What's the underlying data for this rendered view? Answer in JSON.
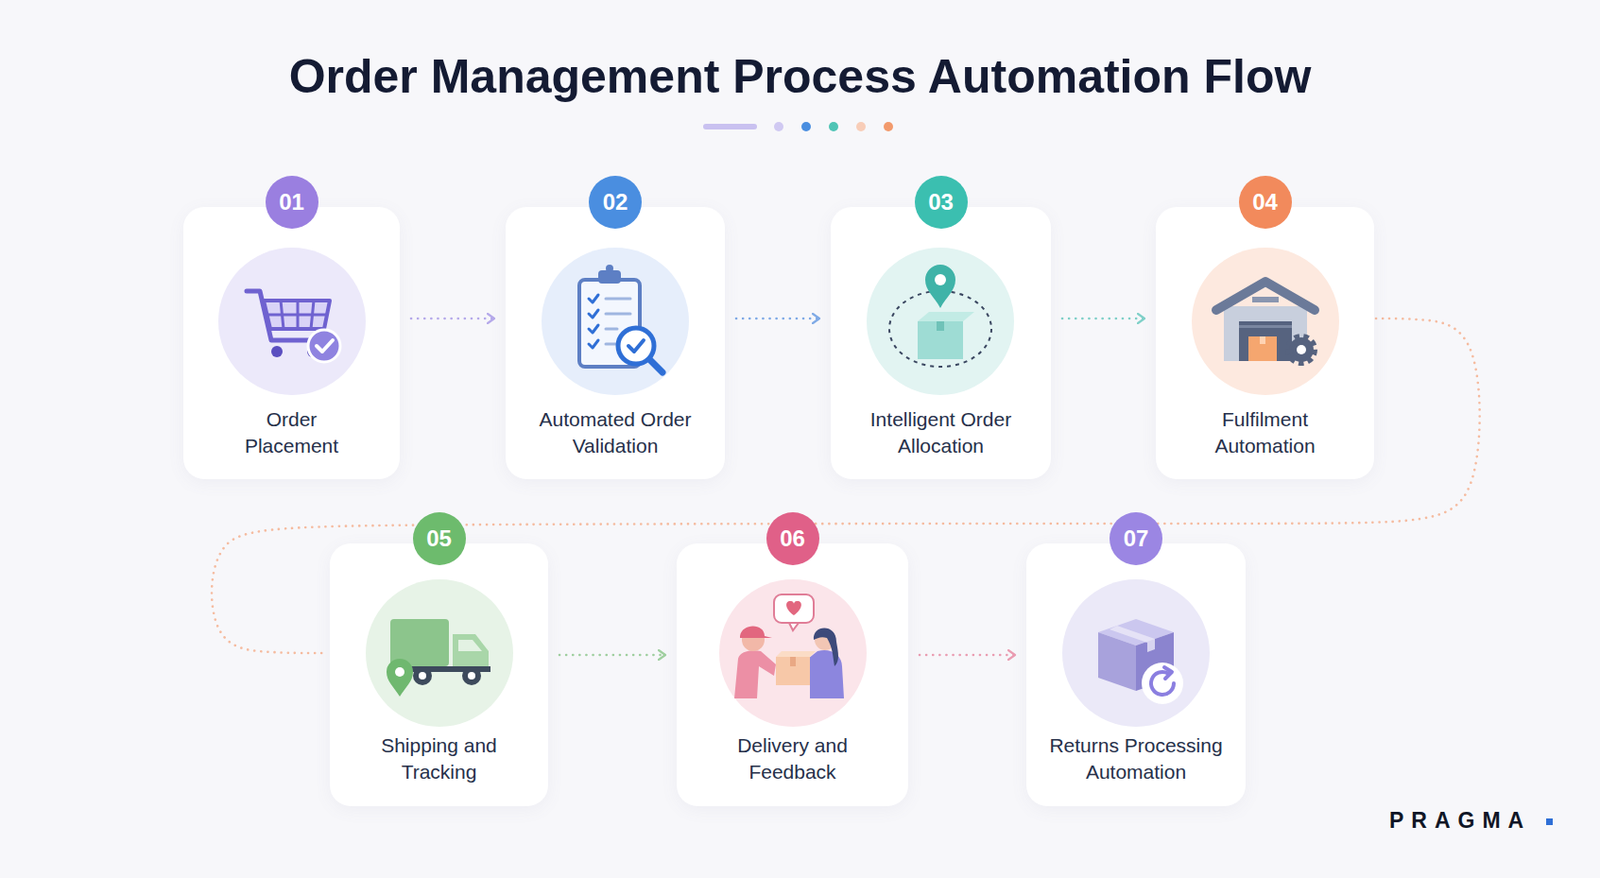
{
  "diagram": {
    "title": "Order Management Process Automation Flow",
    "nodes": [
      {
        "text": [
          "01",
          "Order Placement"
        ]
      },
      {
        "text": [
          "02",
          "Automated Order Validation"
        ]
      },
      {
        "text": [
          "03",
          "Intelligent Order Allocation"
        ]
      },
      {
        "text": [
          "04",
          "Fulfilment Automation"
        ]
      },
      {
        "text": [
          "05",
          "Shipping and Tracking"
        ]
      },
      {
        "text": [
          "06",
          "Delivery and Feedback"
        ]
      },
      {
        "text": [
          "07",
          "Returns Processing Automation"
        ]
      }
    ],
    "edges": [
      {
        "from": 0,
        "to": 1,
        "arrow": "to"
      },
      {
        "from": 1,
        "to": 2,
        "arrow": "to"
      },
      {
        "from": 2,
        "to": 3,
        "arrow": "to"
      },
      {
        "from": 3,
        "to": 4,
        "arrow": "none"
      },
      {
        "from": 4,
        "to": 5,
        "arrow": "to"
      },
      {
        "from": 5,
        "to": 6,
        "arrow": "to"
      }
    ],
    "labels": [
      "PRAGMA"
    ]
  }
}
